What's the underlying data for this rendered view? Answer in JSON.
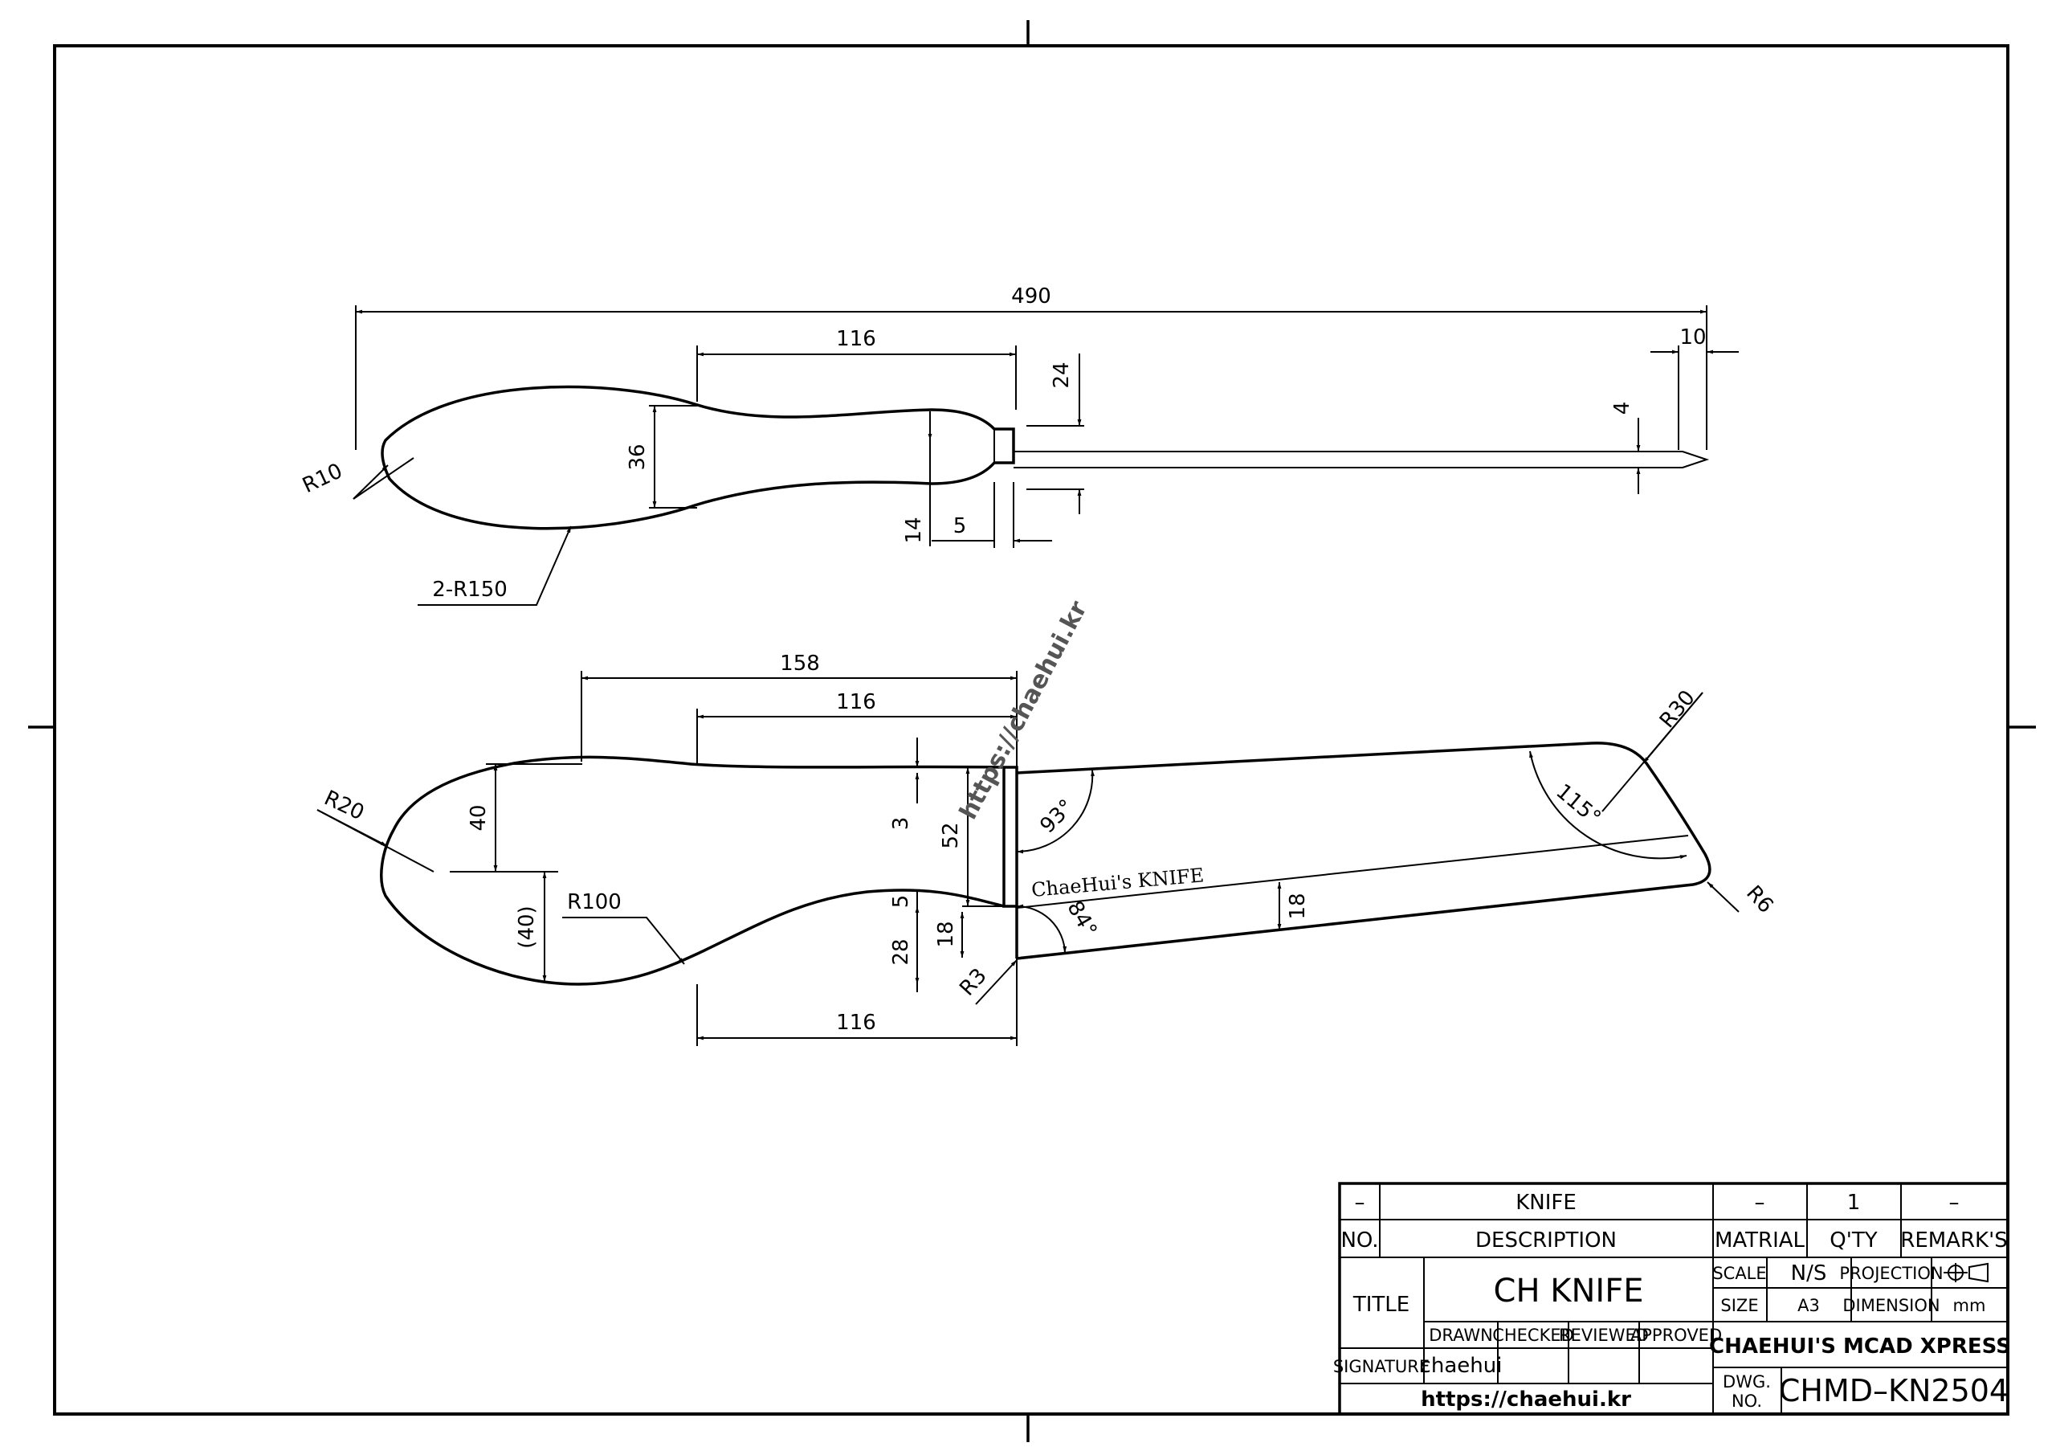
{
  "top_view": {
    "dims": {
      "overall": "490",
      "handle_length": "116",
      "bolster_height": "24",
      "tip_length": "10",
      "blade_thickness": "4",
      "handle_width": "36",
      "neck_width": "14",
      "bolster_length": "5",
      "end_radius": "R10",
      "side_radius": "2-R150"
    }
  },
  "side_view": {
    "dims": {
      "handle_total": "158",
      "handle_top": "116",
      "handle_bottom": "116",
      "butt_radius": "R20",
      "upper_height": "40",
      "lower_height": "(40)",
      "curve_radius": "R100",
      "guard_offset": "3",
      "guard_height": "52",
      "guard_gap": "5",
      "lower_guard": "18",
      "lower_depth": "28",
      "blade_angle_top": "93°",
      "blade_angle_bottom": "84°",
      "tip_angle": "115°",
      "tip_radius": "R30",
      "edge_radius": "R6",
      "heel_radius": "R3",
      "blade_offset": "18"
    },
    "engraving": "ChaeHui's KNIFE"
  },
  "watermark": "https://chaehui.kr",
  "title_block": {
    "part_no": "–",
    "part_name": "KNIFE",
    "part_material": "–",
    "part_qty": "1",
    "part_remarks": "–",
    "h_no": "NO.",
    "h_description": "DESCRIPTION",
    "h_material": "MATRIAL",
    "h_qty": "Q'TY",
    "h_remarks": "REMARK'S",
    "title_label": "TITLE",
    "title_value": "CH KNIFE",
    "scale_label": "SCALE",
    "scale_value": "N/S",
    "projection_label": "PROJECTION",
    "size_label": "SIZE",
    "size_value": "A3",
    "dimension_label": "DIMENSION",
    "dimension_value": "mm",
    "drawn_label": "DRAWN",
    "checked_label": "CHECKED",
    "reviewed_label": "REVIEWED",
    "approved_label": "APPROVED",
    "signature_label": "SIGNATURE",
    "signature_value": "chaehui",
    "company": "CHAEHUI'S MCAD XPRESS",
    "website": "https://chaehui.kr",
    "dwg_label_1": "DWG.",
    "dwg_label_2": "NO.",
    "dwg_no": "CHMD–KN2504"
  }
}
